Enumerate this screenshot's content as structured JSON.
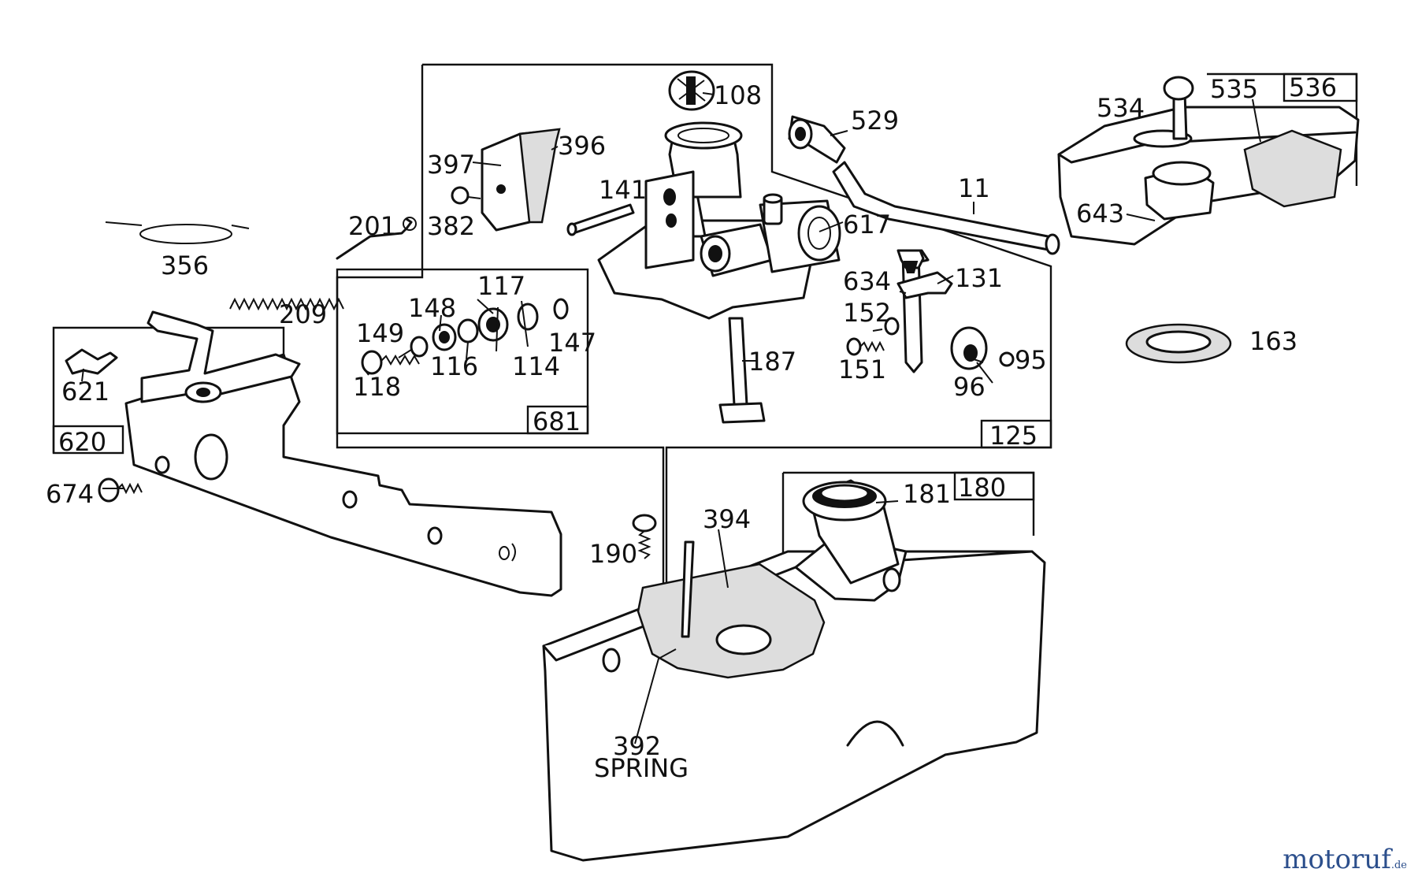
{
  "diagram": {
    "labels": {
      "p108": "108",
      "p396": "396",
      "p397": "397",
      "p382": "382",
      "p201": "201",
      "p356": "356",
      "p209": "209",
      "p141": "141",
      "p617": "617",
      "p529": "529",
      "p11": "11",
      "p534": "534",
      "p535": "535",
      "p536": "536",
      "p643": "643",
      "p163": "163",
      "p634": "634",
      "p131": "131",
      "p152": "152",
      "p151": "151",
      "p95": "95",
      "p96": "96",
      "p187": "187",
      "p125": "125",
      "p681": "681",
      "p117": "117",
      "p148": "148",
      "p149": "149",
      "p147": "147",
      "p116": "116",
      "p114": "114",
      "p118": "118",
      "p621": "621",
      "p620": "620",
      "p674": "674",
      "p190": "190",
      "p394": "394",
      "p181": "181",
      "p180": "180",
      "p392": "392",
      "spring": "SPRING"
    }
  },
  "watermark": {
    "name": "motoruf",
    "tld": ".de"
  }
}
